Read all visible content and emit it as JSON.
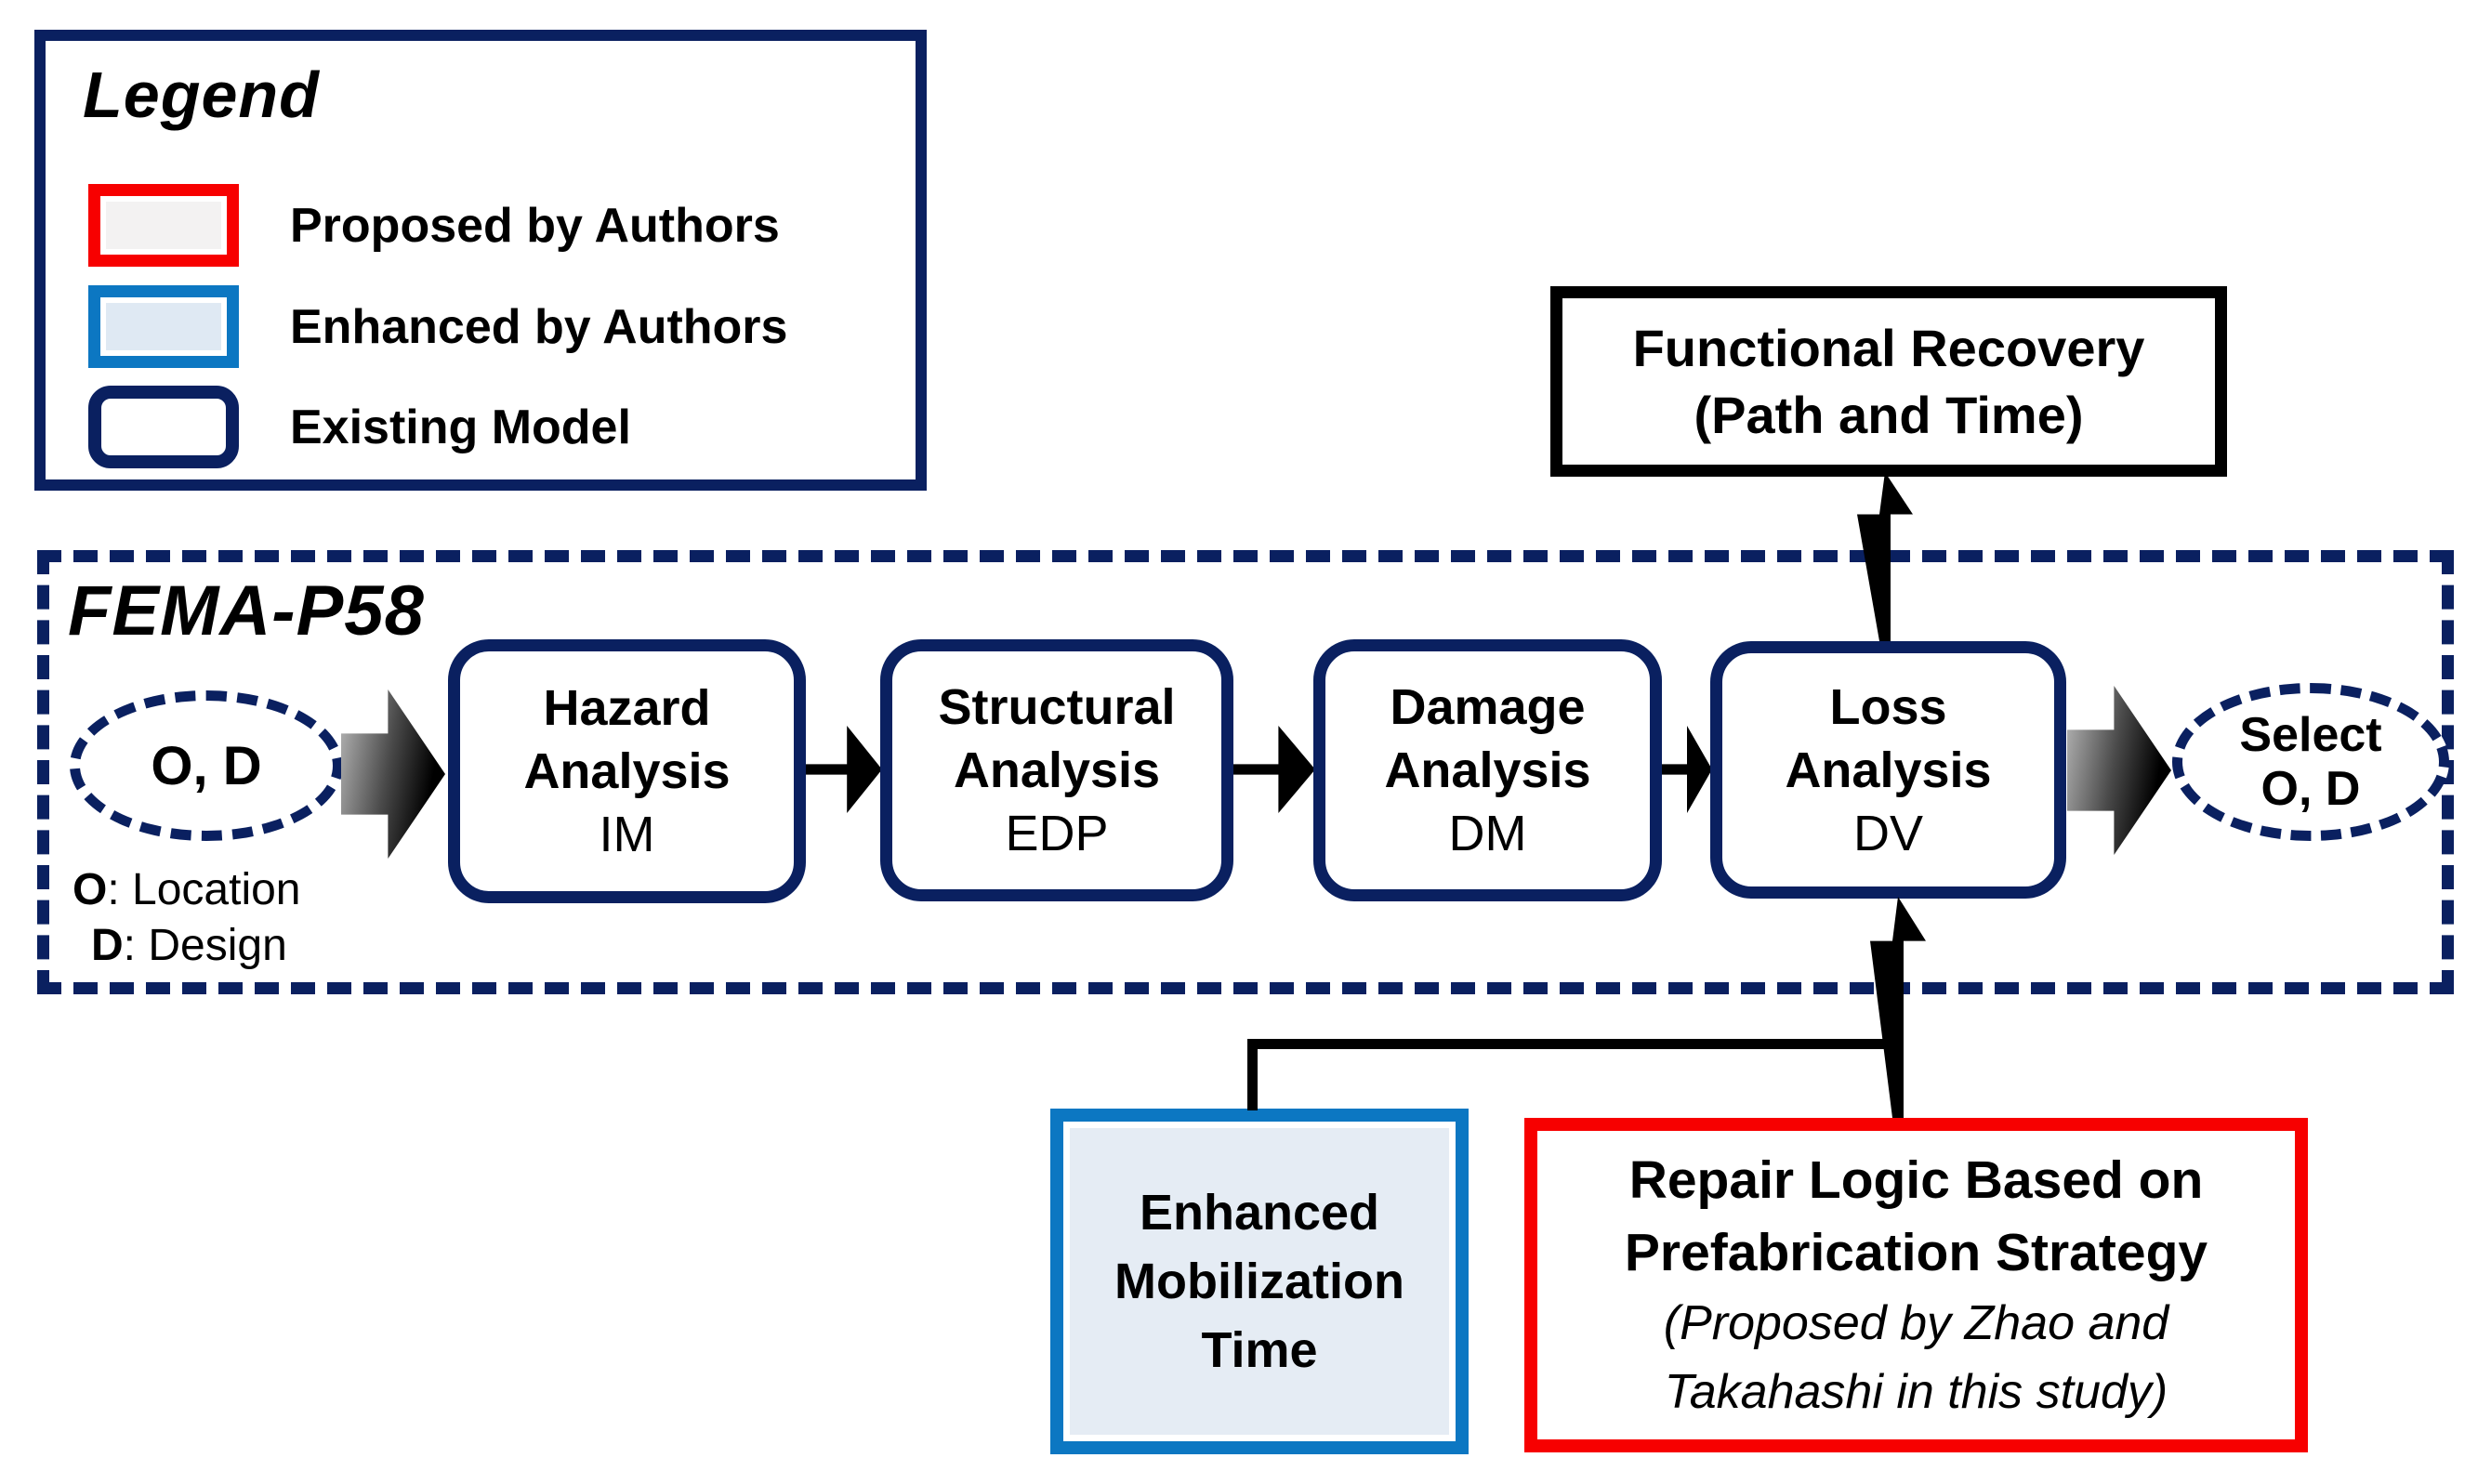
{
  "colors": {
    "navy": "#0a2060",
    "blue": "#0c77c2",
    "red": "#f70000",
    "black": "#000000",
    "light_blue_fill": "#e5ecf4",
    "proposed_fill": "#f3f2f2"
  },
  "legend": {
    "title": "Legend",
    "items": [
      {
        "label": "Proposed by Authors"
      },
      {
        "label": "Enhanced by Authors"
      },
      {
        "label": "Existing Model"
      }
    ]
  },
  "functional_recovery": {
    "line1": "Functional Recovery",
    "line2": "(Path and Time)"
  },
  "fema": {
    "title": "FEMA-P58",
    "od_ellipse": "O, D",
    "od_notes": [
      {
        "key": "O",
        "desc": ": Location"
      },
      {
        "key": "D",
        "desc": ": Design"
      }
    ],
    "steps": [
      {
        "line1": "Hazard",
        "line2": "Analysis",
        "abbr": "IM"
      },
      {
        "line1": "Structural",
        "line2": "Analysis",
        "abbr": "EDP"
      },
      {
        "line1": "Damage",
        "line2": "Analysis",
        "abbr": "DM"
      },
      {
        "line1": "Loss",
        "line2": "Analysis",
        "abbr": "DV"
      }
    ],
    "select_ellipse": {
      "line1": "Select",
      "line2": "O, D"
    }
  },
  "enhanced_box": {
    "line1": "Enhanced",
    "line2": "Mobilization",
    "line3": "Time"
  },
  "repair_box": {
    "line1": "Repair Logic Based on",
    "line2": "Prefabrication Strategy",
    "line3": "(Proposed by Zhao and",
    "line4": "Takahashi in this study)"
  }
}
